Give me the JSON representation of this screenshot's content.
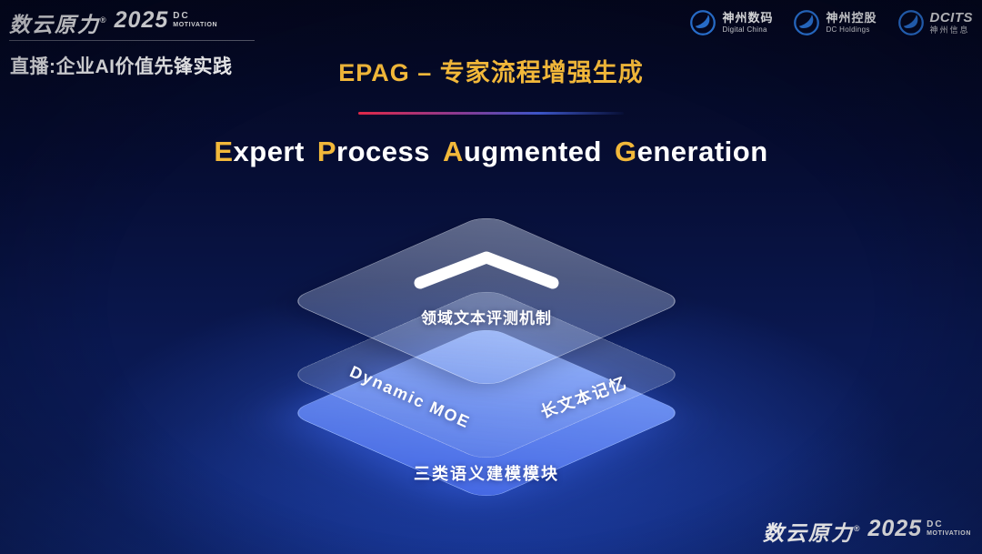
{
  "brand": {
    "name": "数云原力",
    "reg": "®",
    "year": "2025",
    "dc": "DC",
    "motivation": "MOTIVATION"
  },
  "header": {
    "live_label": "直播:企业AI价值先锋实践",
    "title": "EPAG – 专家流程增强生成"
  },
  "subtitle": {
    "w1": {
      "cap": "E",
      "rest": "xpert"
    },
    "w2": {
      "cap": "P",
      "rest": "rocess"
    },
    "w3": {
      "cap": "A",
      "rest": "ugmented"
    },
    "w4": {
      "cap": "G",
      "rest": "eneration"
    }
  },
  "partners": [
    {
      "name": "神州数码",
      "sub": "Digital China"
    },
    {
      "name": "神州控股",
      "sub": "DC Holdings"
    },
    {
      "name": "DCITS",
      "sub": "神州信息"
    }
  ],
  "diagram": {
    "top_layer_label": "领域文本评测机制",
    "middle_left_label": "Dynamic MOE",
    "middle_right_label": "长文本记忆",
    "bottom_layer_label": "三类语义建模模块"
  },
  "colors": {
    "gold": "#f2b83a",
    "accent_red": "#e02848",
    "accent_violet": "#8a3a92",
    "accent_blue": "#3c55c8",
    "layer_blue": "#5b83f5",
    "logo_blue": "#2e7de6"
  }
}
